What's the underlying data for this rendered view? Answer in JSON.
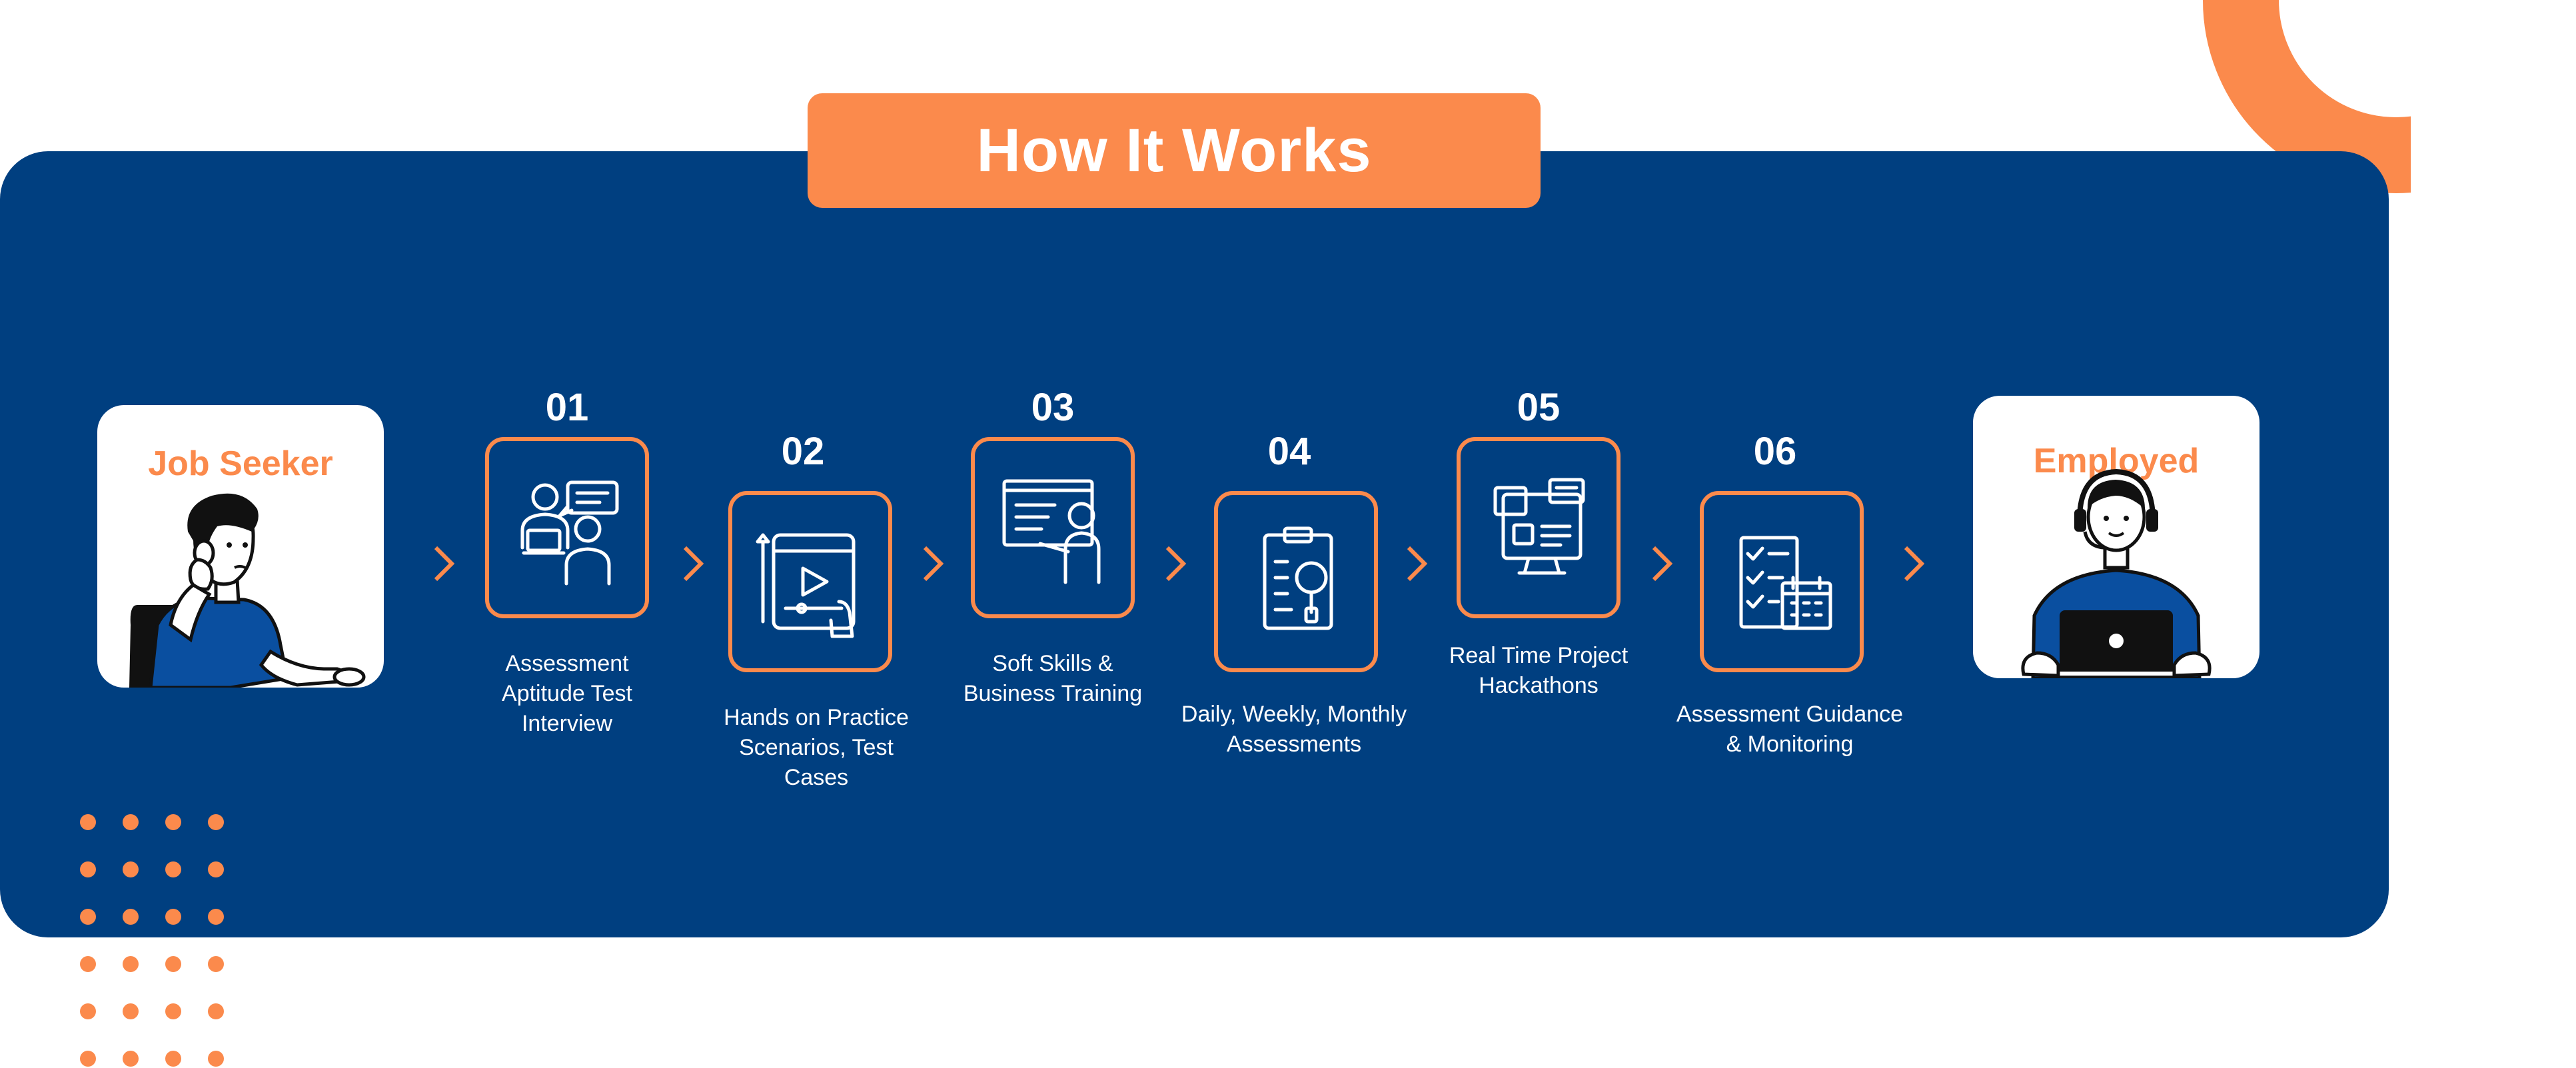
{
  "header": {
    "title": "How It Works"
  },
  "start": {
    "title": "Job Seeker",
    "illustration": "person-thinking-at-desk"
  },
  "end": {
    "title": "Employed",
    "illustration": "person-with-headset-and-laptop"
  },
  "steps": [
    {
      "number": "01",
      "icon": "interview-icon",
      "label": [
        "Assessment",
        "Aptitude Test",
        "Interview"
      ]
    },
    {
      "number": "02",
      "icon": "video-practice-icon",
      "label": [
        "Hands on Practice",
        "Scenarios, Test",
        "Cases"
      ]
    },
    {
      "number": "03",
      "icon": "training-presentation-icon",
      "label": [
        "Soft Skills &",
        "Business Training"
      ]
    },
    {
      "number": "04",
      "icon": "clipboard-search-icon",
      "label": [
        "Daily, Weekly, Monthly",
        "Assessments"
      ]
    },
    {
      "number": "05",
      "icon": "project-dashboard-icon",
      "label": [
        "Real Time Project",
        "Hackathons"
      ]
    },
    {
      "number": "06",
      "icon": "checklist-calendar-icon",
      "label": [
        "Assessment Guidance",
        "& Monitoring"
      ]
    }
  ],
  "colors": {
    "accent": "#fb8a4c",
    "panel": "#003f80",
    "text": "#ffffff"
  }
}
